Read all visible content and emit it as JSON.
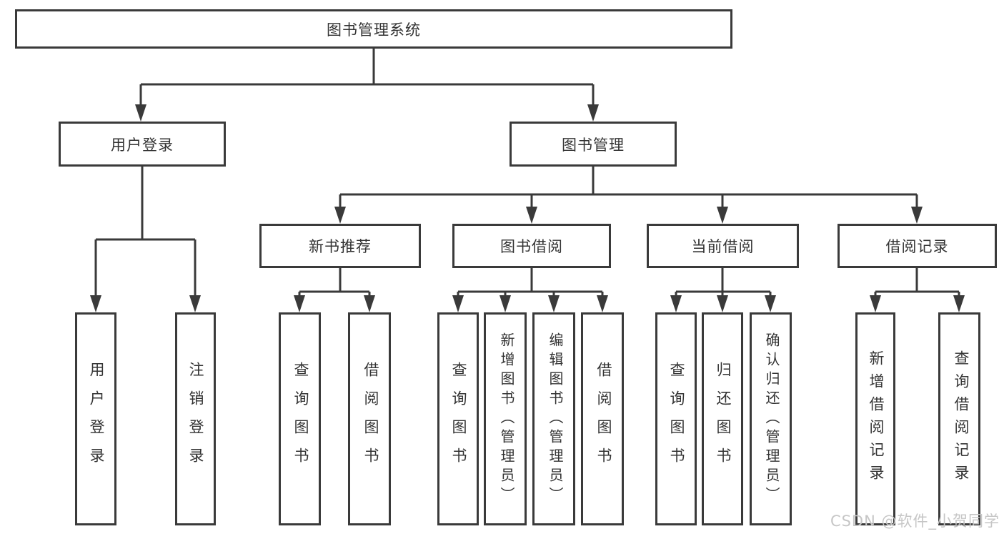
{
  "diagram": {
    "title": "图书管理系统",
    "type": "hierarchy-tree",
    "watermark": "CSDN @软件_小贺同学",
    "colors": {
      "line": "#3a3a3a",
      "box_border": "#3a3a3a",
      "box_fill": "#ffffff",
      "text": "#333333",
      "watermark": "#c6c6c6",
      "background": "#ffffff"
    }
  },
  "nodes": [
    {
      "id": "root",
      "label": "图书管理系统",
      "level": 1,
      "parent": null
    },
    {
      "id": "user-login",
      "label": "用户登录",
      "level": 2,
      "parent": "root"
    },
    {
      "id": "book-management",
      "label": "图书管理",
      "level": 2,
      "parent": "root"
    },
    {
      "id": "new-book-recommend",
      "label": "新书推荐",
      "level": 3,
      "parent": "book-management"
    },
    {
      "id": "book-borrow",
      "label": "图书借阅",
      "level": 3,
      "parent": "book-management"
    },
    {
      "id": "current-borrow",
      "label": "当前借阅",
      "level": 3,
      "parent": "book-management"
    },
    {
      "id": "borrow-records",
      "label": "借阅记录",
      "level": 3,
      "parent": "book-management"
    },
    {
      "id": "leaf-user-login",
      "label": "用户登录",
      "level": 4,
      "parent": "user-login"
    },
    {
      "id": "leaf-logout-login",
      "label": "注销登录",
      "level": 4,
      "parent": "user-login"
    },
    {
      "id": "leaf-query-books-1",
      "label": "查询图书",
      "level": 4,
      "parent": "new-book-recommend"
    },
    {
      "id": "leaf-borrow-books-1",
      "label": "借阅图书",
      "level": 4,
      "parent": "new-book-recommend"
    },
    {
      "id": "leaf-query-books-2",
      "label": "查询图书",
      "level": 4,
      "parent": "book-borrow"
    },
    {
      "id": "leaf-add-books-admin",
      "label": "新增图书（管理员）",
      "level": 4,
      "parent": "book-borrow"
    },
    {
      "id": "leaf-edit-books-admin",
      "label": "编辑图书（管理员）",
      "level": 4,
      "parent": "book-borrow"
    },
    {
      "id": "leaf-borrow-books-2",
      "label": "借阅图书",
      "level": 4,
      "parent": "book-borrow"
    },
    {
      "id": "leaf-query-books-3",
      "label": "查询图书",
      "level": 4,
      "parent": "current-borrow"
    },
    {
      "id": "leaf-return-books",
      "label": "归还图书",
      "level": 4,
      "parent": "current-borrow"
    },
    {
      "id": "leaf-confirm-return-admin",
      "label": "确认归还（管理员）",
      "level": 4,
      "parent": "current-borrow"
    },
    {
      "id": "leaf-add-borrow-record",
      "label": "新增借阅记录",
      "level": 4,
      "parent": "borrow-records"
    },
    {
      "id": "leaf-query-borrow-record",
      "label": "查询借阅记录",
      "level": 4,
      "parent": "borrow-records"
    }
  ]
}
